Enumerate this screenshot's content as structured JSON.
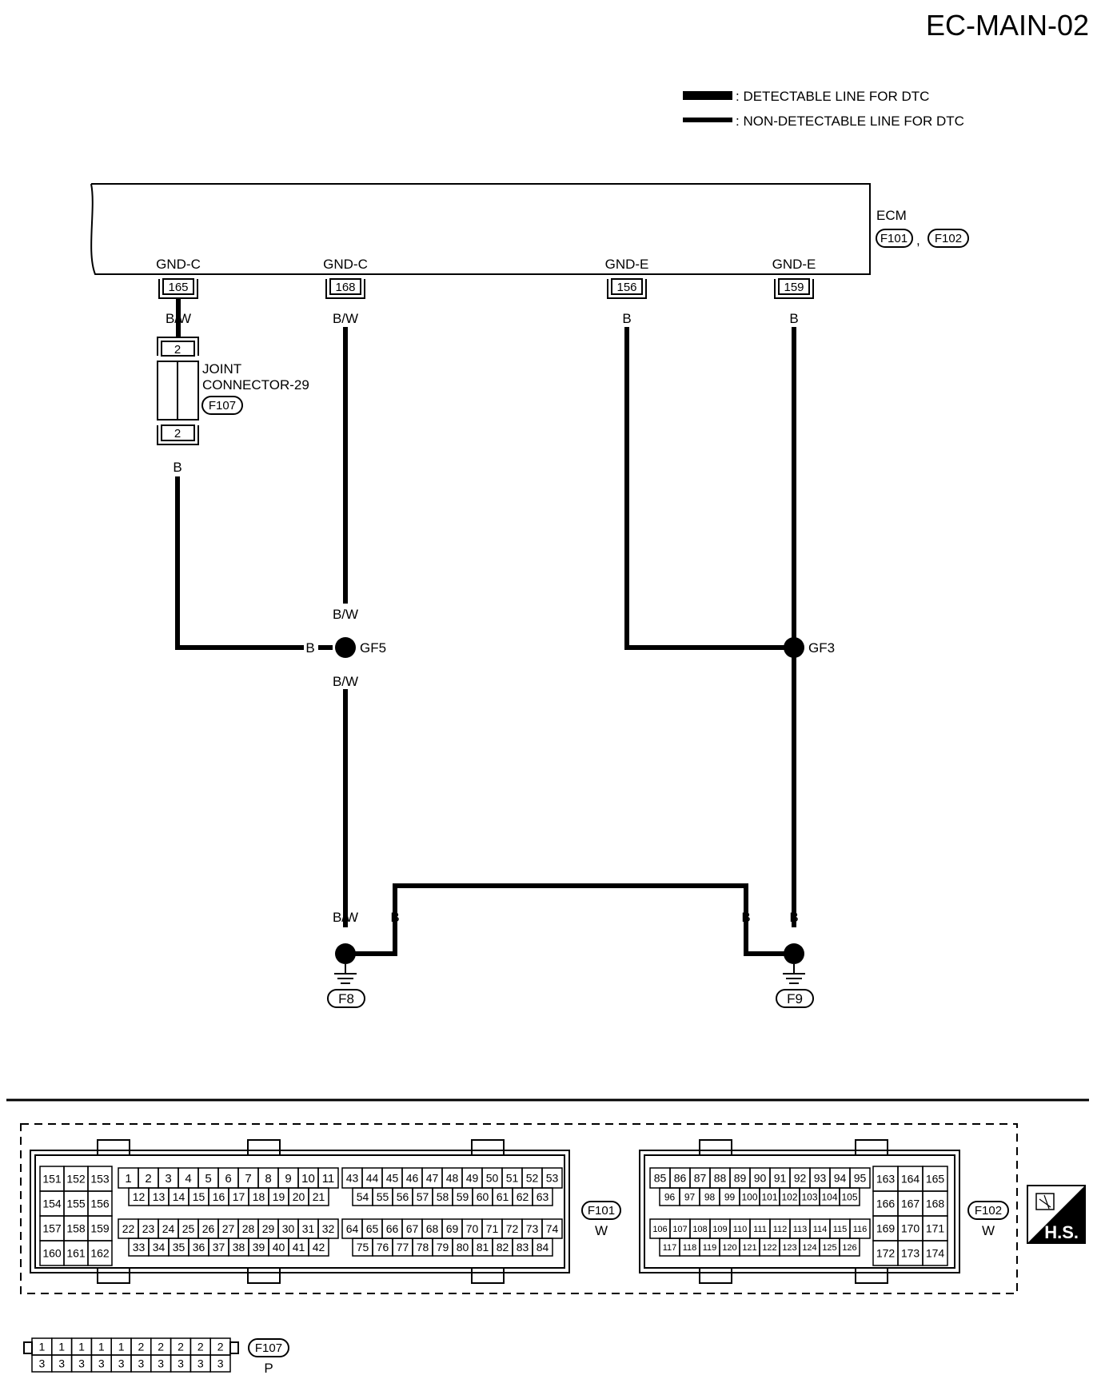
{
  "title": "EC-MAIN-02",
  "legend": {
    "detectable": ": DETECTABLE LINE FOR DTC",
    "non_detectable": ": NON-DETECTABLE LINE FOR DTC"
  },
  "ecm": {
    "name": "ECM",
    "connector_a": "F101",
    "separator": ",",
    "connector_b": "F102",
    "terminals": [
      {
        "signal": "GND-C",
        "pin": "165",
        "wire": "B/W"
      },
      {
        "signal": "GND-C",
        "pin": "168",
        "wire": "B/W"
      },
      {
        "signal": "GND-E",
        "pin": "156",
        "wire": "B"
      },
      {
        "signal": "GND-E",
        "pin": "159",
        "wire": "B"
      }
    ]
  },
  "joint_connector": {
    "line1": "JOINT",
    "line2": "CONNECTOR-29",
    "ref": "F107",
    "pin_top": "2",
    "pin_bottom": "2",
    "wire_below": "B"
  },
  "splices": {
    "gf5": {
      "name": "GF5",
      "wire_above": "B/W",
      "wire_below": "B/W",
      "wire_left": "B"
    },
    "gf3": {
      "name": "GF3"
    }
  },
  "grounds": {
    "f8": {
      "name": "F8",
      "wire_main": "B/W",
      "wire_bridge": "B"
    },
    "f9": {
      "name": "F9",
      "wire_main": "B",
      "wire_bridge": "B"
    }
  },
  "connectors": {
    "f101": {
      "name": "F101",
      "color": "W",
      "left_block": [
        [
          "151",
          "152",
          "153"
        ],
        [
          "154",
          "155",
          "156"
        ],
        [
          "157",
          "158",
          "159"
        ],
        [
          "160",
          "161",
          "162"
        ]
      ],
      "mid_top_row1": [
        "1",
        "2",
        "3",
        "4",
        "5",
        "6",
        "7",
        "8",
        "9",
        "10",
        "11"
      ],
      "mid_top_row2": [
        "12",
        "13",
        "14",
        "15",
        "16",
        "17",
        "18",
        "19",
        "20",
        "21"
      ],
      "mid_bot_row1": [
        "22",
        "23",
        "24",
        "25",
        "26",
        "27",
        "28",
        "29",
        "30",
        "31",
        "32"
      ],
      "mid_bot_row2": [
        "33",
        "34",
        "35",
        "36",
        "37",
        "38",
        "39",
        "40",
        "41",
        "42"
      ],
      "right_top_row1": [
        "43",
        "44",
        "45",
        "46",
        "47",
        "48",
        "49",
        "50",
        "51",
        "52",
        "53"
      ],
      "right_top_row2": [
        "54",
        "55",
        "56",
        "57",
        "58",
        "59",
        "60",
        "61",
        "62",
        "63"
      ],
      "right_bot_row1": [
        "64",
        "65",
        "66",
        "67",
        "68",
        "69",
        "70",
        "71",
        "72",
        "73",
        "74"
      ],
      "right_bot_row2": [
        "75",
        "76",
        "77",
        "78",
        "79",
        "80",
        "81",
        "82",
        "83",
        "84"
      ]
    },
    "f102": {
      "name": "F102",
      "color": "W",
      "top_row1": [
        "85",
        "86",
        "87",
        "88",
        "89",
        "90",
        "91",
        "92",
        "93",
        "94",
        "95"
      ],
      "top_row2": [
        "96",
        "97",
        "98",
        "99",
        "100",
        "101",
        "102",
        "103",
        "104",
        "105"
      ],
      "bot_row1": [
        "106",
        "107",
        "108",
        "109",
        "110",
        "111",
        "112",
        "113",
        "114",
        "115",
        "116"
      ],
      "bot_row2": [
        "117",
        "118",
        "119",
        "120",
        "121",
        "122",
        "123",
        "124",
        "125",
        "126"
      ],
      "right_block": [
        [
          "163",
          "164",
          "165"
        ],
        [
          "166",
          "167",
          "168"
        ],
        [
          "169",
          "170",
          "171"
        ],
        [
          "172",
          "173",
          "174"
        ]
      ]
    },
    "f107": {
      "name": "F107",
      "color": "P",
      "row1": [
        "1",
        "1",
        "1",
        "1",
        "1",
        "2",
        "2",
        "2",
        "2",
        "2"
      ],
      "row2": [
        "3",
        "3",
        "3",
        "3",
        "3",
        "3",
        "3",
        "3",
        "3",
        "3"
      ]
    }
  },
  "hs_badge": "H.S."
}
